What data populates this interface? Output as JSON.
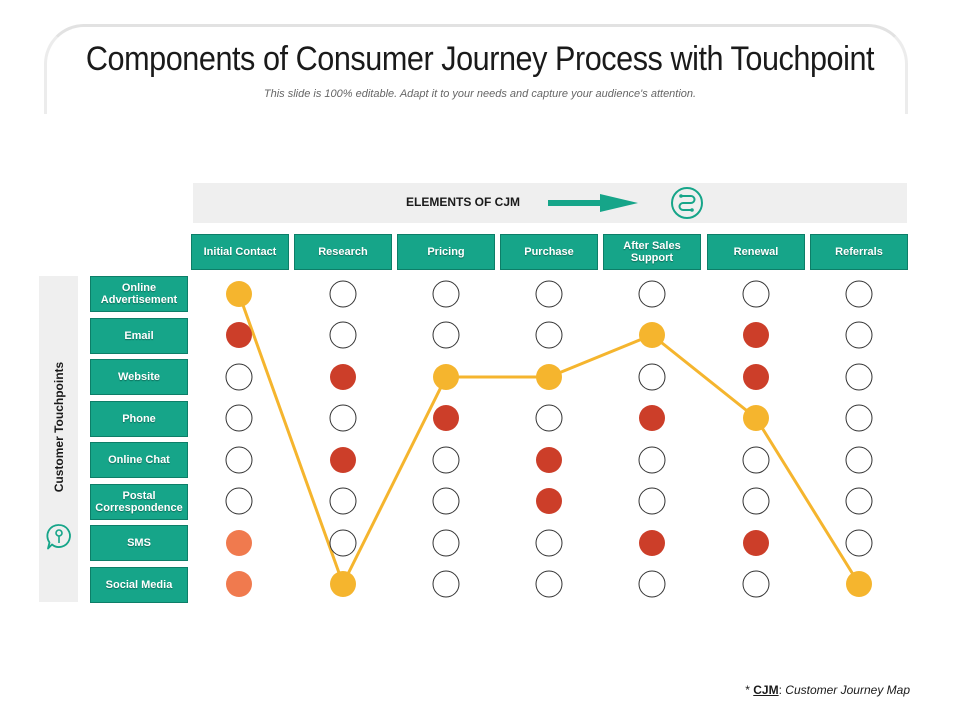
{
  "slide": {
    "title": "Components of Consumer Journey Process with Touchpoint",
    "subtitle": "This slide is 100% editable. Adapt it to your needs and capture your audience's attention.",
    "elements_label": "ELEMENTS OF CJM",
    "side_label": "Customer Touchpoints",
    "footnote": {
      "star": "* ",
      "abbr": "CJM",
      "colon": ":",
      "definition": "Customer Journey Map"
    }
  },
  "colors": {
    "teal": "#16a589",
    "red": "#cc3e29",
    "orange": "#f07a4e",
    "yellow": "#f5b52e",
    "outline": "#333333"
  },
  "icons": {
    "journey": "journey-path-icon",
    "touchpoint": "touchpoint-bubble-icon",
    "arrow": "right-arrow-icon"
  },
  "columns": [
    "Initial Contact",
    "Research",
    "Pricing",
    "Purchase",
    "After Sales Support",
    "Renewal",
    "Referrals"
  ],
  "rows": [
    "Online Advertisement",
    "Email",
    "Website",
    "Phone",
    "Online Chat",
    "Postal Correspondence",
    "SMS",
    "Social Media"
  ],
  "matrix": [
    [
      "yellow",
      "empty",
      "empty",
      "empty",
      "empty",
      "empty",
      "empty"
    ],
    [
      "red",
      "empty",
      "empty",
      "empty",
      "yellow",
      "red",
      "empty"
    ],
    [
      "empty",
      "red",
      "yellow",
      "yellow",
      "empty",
      "red",
      "empty"
    ],
    [
      "empty",
      "empty",
      "red",
      "empty",
      "red",
      "yellow",
      "empty"
    ],
    [
      "empty",
      "red",
      "empty",
      "red",
      "empty",
      "empty",
      "empty"
    ],
    [
      "empty",
      "empty",
      "empty",
      "red",
      "empty",
      "empty",
      "empty"
    ],
    [
      "orange",
      "empty",
      "empty",
      "empty",
      "red",
      "red",
      "empty"
    ],
    [
      "orange",
      "yellow",
      "empty",
      "empty",
      "empty",
      "empty",
      "yellow"
    ]
  ],
  "journey_path": [
    0,
    7,
    2,
    2,
    1,
    3,
    7
  ]
}
